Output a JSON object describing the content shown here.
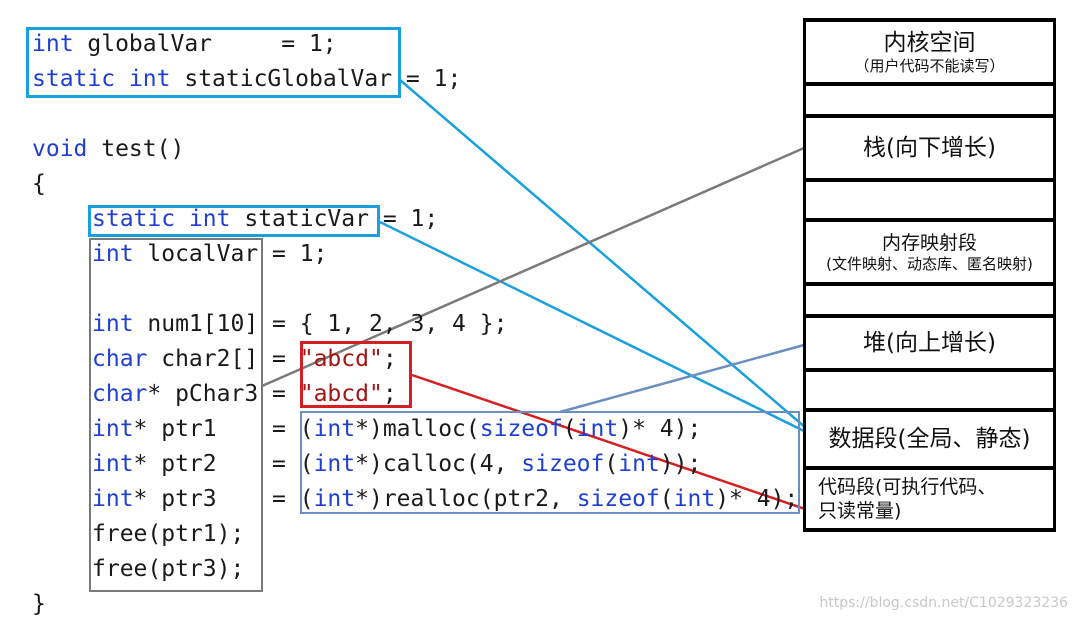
{
  "code": {
    "l1": {
      "kw1": "int",
      "rest": " globalVar",
      "tail": "     = 1;"
    },
    "l2": {
      "kw1": "static",
      "kw2": "int",
      "rest": " staticGlobalVar",
      "tail": " = 1;"
    },
    "l4": {
      "kw1": "void",
      "rest": " test()"
    },
    "l5": {
      "text": "{"
    },
    "l6": {
      "kw1": "static",
      "kw2": "int",
      "rest": " staticVar",
      "tail": " = 1;"
    },
    "l7": {
      "kw1": "int",
      "rest": " localVar",
      "tail": " = 1;"
    },
    "l9": {
      "kw1": "int",
      "rest": " num1[10]",
      "tail": " = { 1, 2, 3, 4 };"
    },
    "l10": {
      "kw1": "char",
      "rest": " char2[]",
      "eq": " = ",
      "str": "\"abcd\"",
      "semi": ";"
    },
    "l11": {
      "kw1": "char",
      "rest": "* pChar3",
      "eq": " = ",
      "str": "\"abcd\"",
      "semi": ";"
    },
    "l12": {
      "kw1": "int",
      "rest": "* ptr1   ",
      "eq": " = ",
      "p1": "(",
      "kw2": "int",
      "p2": "*)malloc(",
      "kw3": "sizeof",
      "p3": "(",
      "kw4": "int",
      "p4": ")* 4);"
    },
    "l13": {
      "kw1": "int",
      "rest": "* ptr2   ",
      "eq": " = ",
      "p1": "(",
      "kw2": "int",
      "p2": "*)calloc(4, ",
      "kw3": "sizeof",
      "p3": "(",
      "kw4": "int",
      "p4": "));"
    },
    "l14": {
      "kw1": "int",
      "rest": "* ptr3   ",
      "eq": " = ",
      "p1": "(",
      "kw2": "int",
      "p2": "*)realloc(ptr2, ",
      "kw3": "sizeof",
      "p3": "(",
      "kw4": "int",
      "p4": ")* 4);"
    },
    "l15": {
      "text": "free(ptr1);"
    },
    "l16": {
      "text": "free(ptr3);"
    },
    "l17": {
      "text": "}"
    }
  },
  "memory": {
    "kernel_title": "内核空间",
    "kernel_note": "（用户代码不能读写）",
    "stack": "栈(向下增长)",
    "mmap_title": "内存映射段",
    "mmap_note": "(文件映射、动态库、匿名映射)",
    "heap": "堆(向上增长)",
    "data": "数据段(全局、静态)",
    "code_line1": "代码段(可执行代码、",
    "code_line2": "只读常量)"
  },
  "watermark": "https://blog.csdn.net/C1029323236",
  "colors": {
    "cyan": "#1aa0dc",
    "gray": "#7a7a7a",
    "red": "#d42020",
    "steel": "#6a8fc0",
    "keyword": "#1e3fd0",
    "string": "#a31515"
  }
}
